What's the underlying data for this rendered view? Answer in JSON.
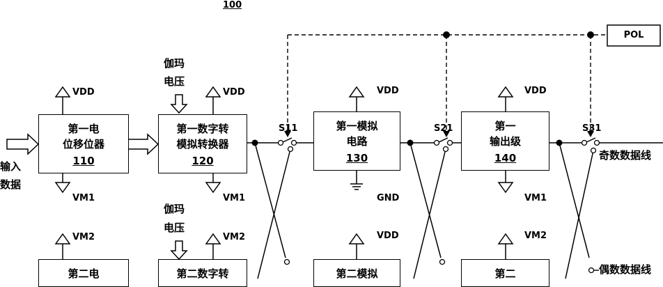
{
  "figure": {
    "title": "100",
    "input_label_1": "输入",
    "input_label_2": "数据",
    "gamma_top_1": "伽玛",
    "gamma_top_2": "电压",
    "gamma_bot_1": "伽玛",
    "gamma_bot_2": "电压",
    "pol": "POL",
    "odd_line": "奇数数据线",
    "even_line": "偶数数据线"
  },
  "blocks": {
    "ls1": {
      "line1": "第一电",
      "line2": "位移位器",
      "num": "110"
    },
    "dac1": {
      "line1": "第一数字转",
      "line2": "模拟转换器",
      "num": "120"
    },
    "ana1": {
      "line1": "第一模拟",
      "line2": "电路",
      "num": "130"
    },
    "out1": {
      "line1": "第一",
      "line2": "输出级",
      "num": "140"
    },
    "ls2": {
      "line1": "第二电"
    },
    "dac2": {
      "line1": "第二数字转"
    },
    "ana2": {
      "line1": "第二模拟"
    },
    "out2": {
      "line1": "第二"
    }
  },
  "switches": {
    "s11": "S11",
    "s21": "S21",
    "s31": "S31"
  },
  "supplies": {
    "vdd": "VDD",
    "vm1": "VM1",
    "vm2": "VM2",
    "gnd": "GND"
  }
}
